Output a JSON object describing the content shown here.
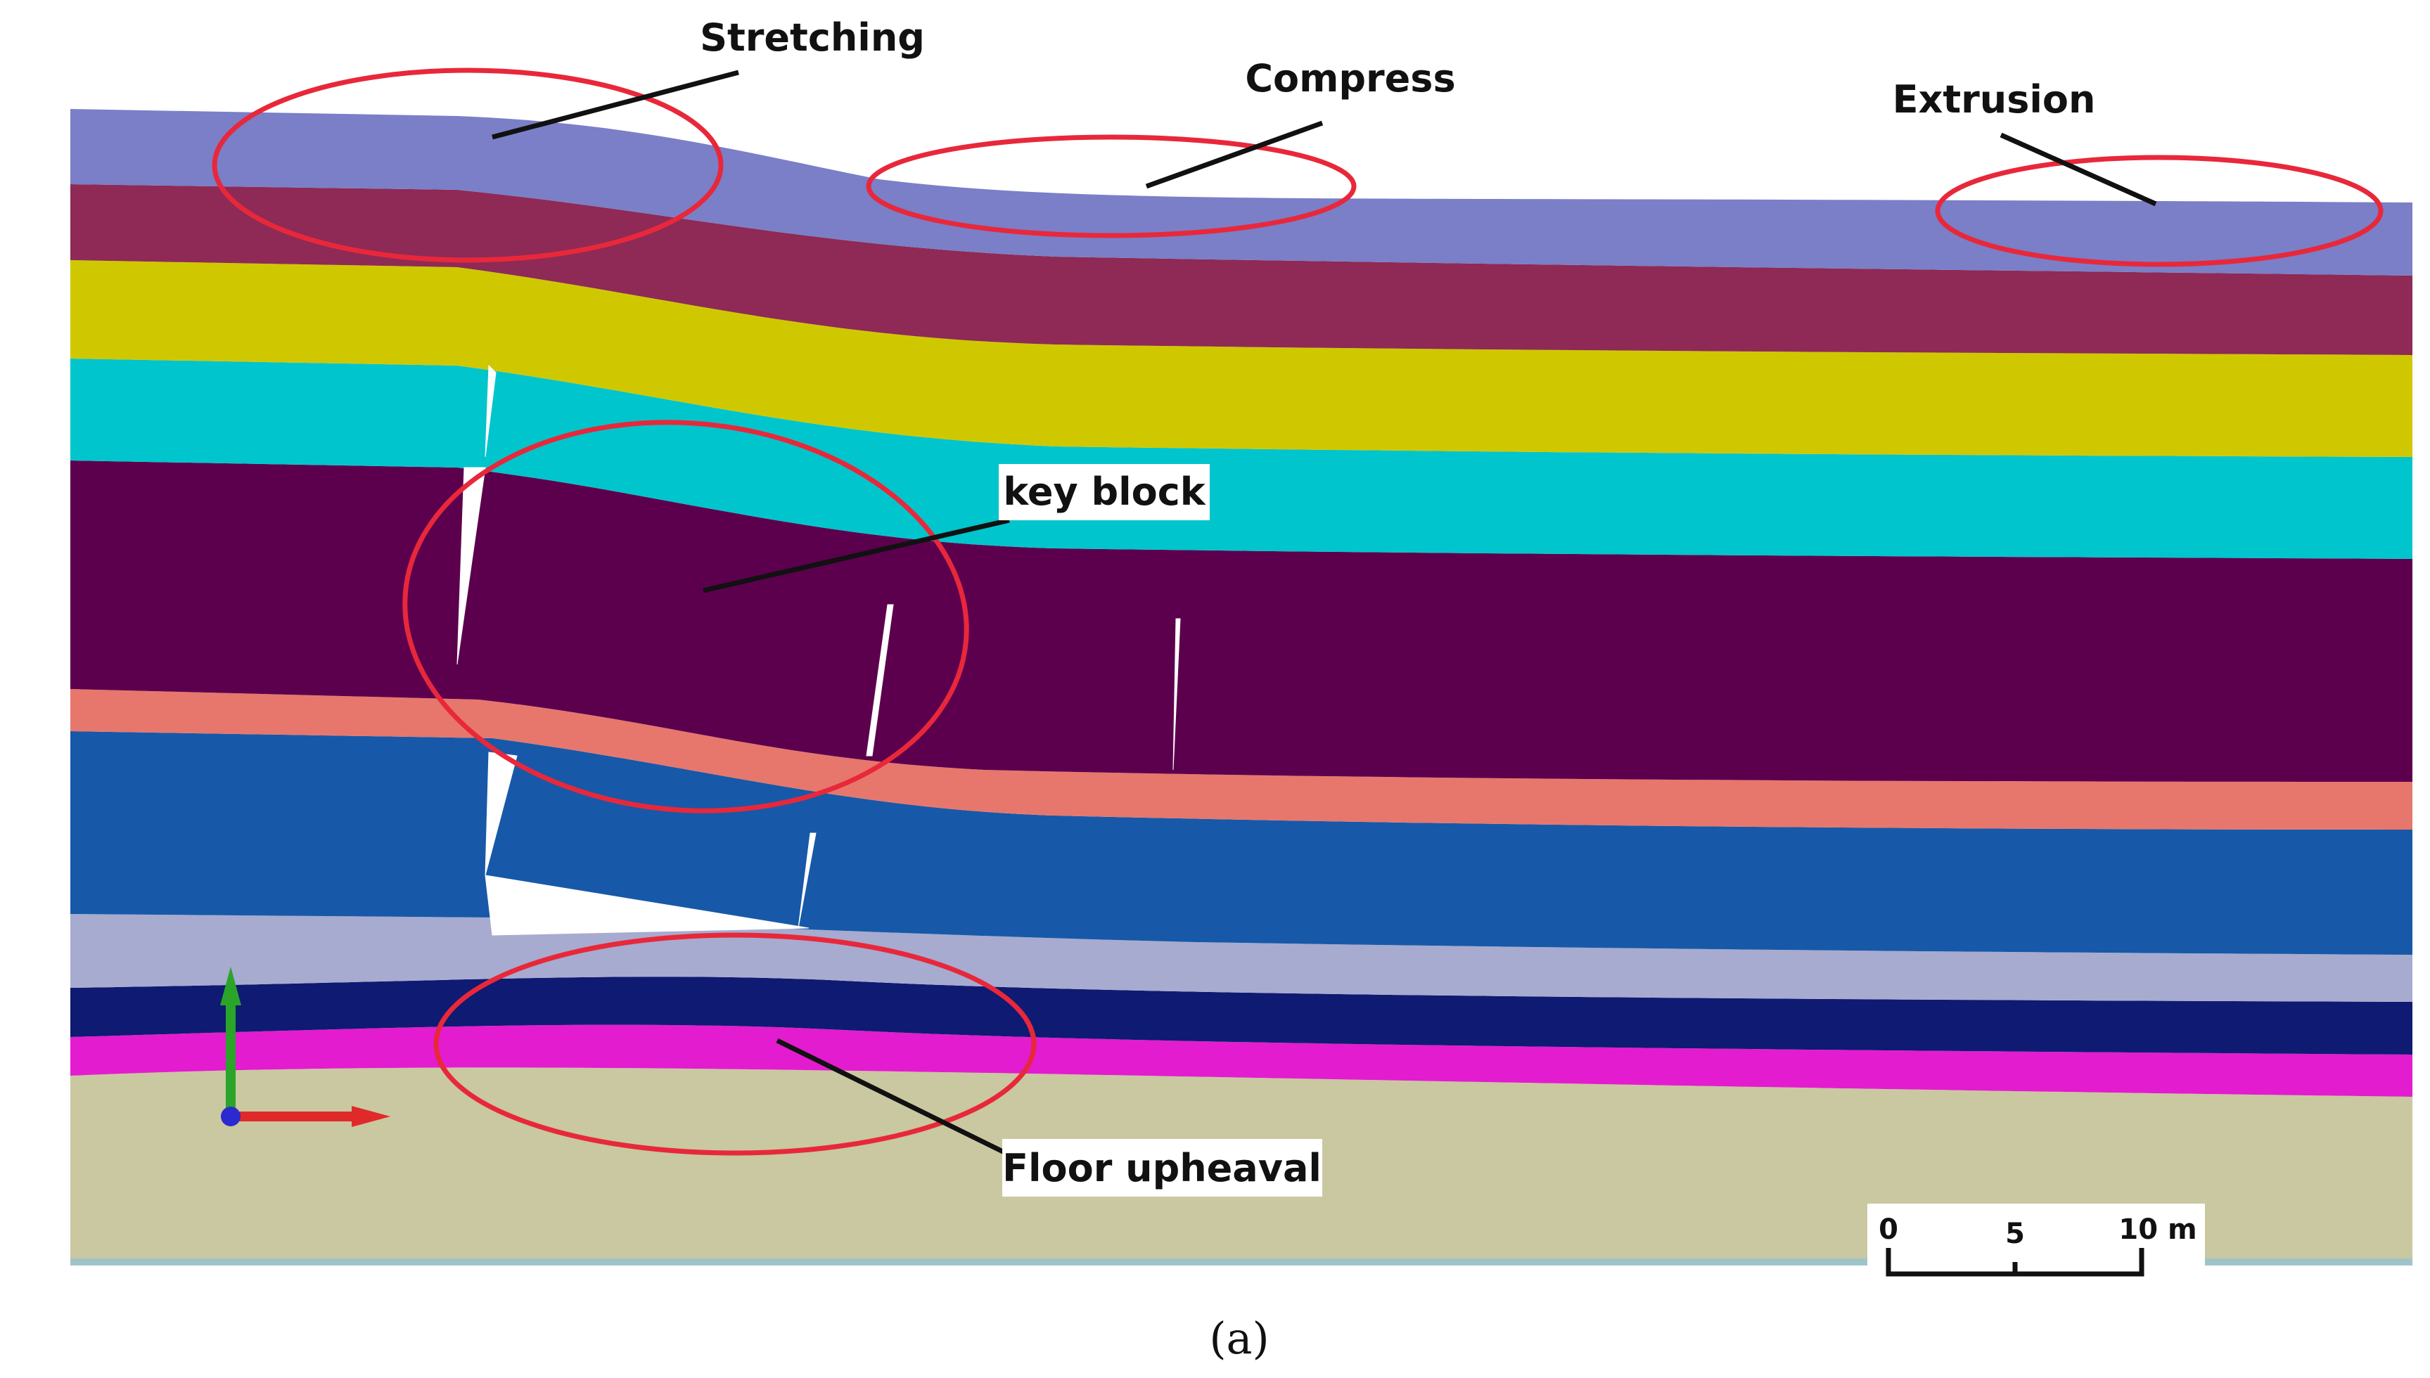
{
  "figure": {
    "labels": {
      "stretching": "Stretching",
      "compress": "Compress",
      "extrusion": "Extrusion",
      "key_block": "key block",
      "floor_upheaval": "Floor upheaval"
    },
    "scale_bar": {
      "tick_0": "0",
      "tick_5": "5",
      "tick_10": "10 m"
    },
    "caption": "(a)"
  },
  "colors": {
    "layer1_top": "#7a7fc8",
    "layer2": "#8e2a55",
    "layer3": "#cfc800",
    "layer4": "#00c5cc",
    "layer5": "#5c004e",
    "layer6": "#e7776c",
    "layer7": "#1759a8",
    "layer8": "#a7abcf",
    "layer9": "#0f1a72",
    "layer10": "#e31ccf",
    "layer11_floor": "#c9c8a0",
    "highlight_ellipse": "#e8283a",
    "axis_y": "#2aa52a",
    "axis_x": "#e02a2a",
    "axis_z": "#2a2ad0"
  }
}
